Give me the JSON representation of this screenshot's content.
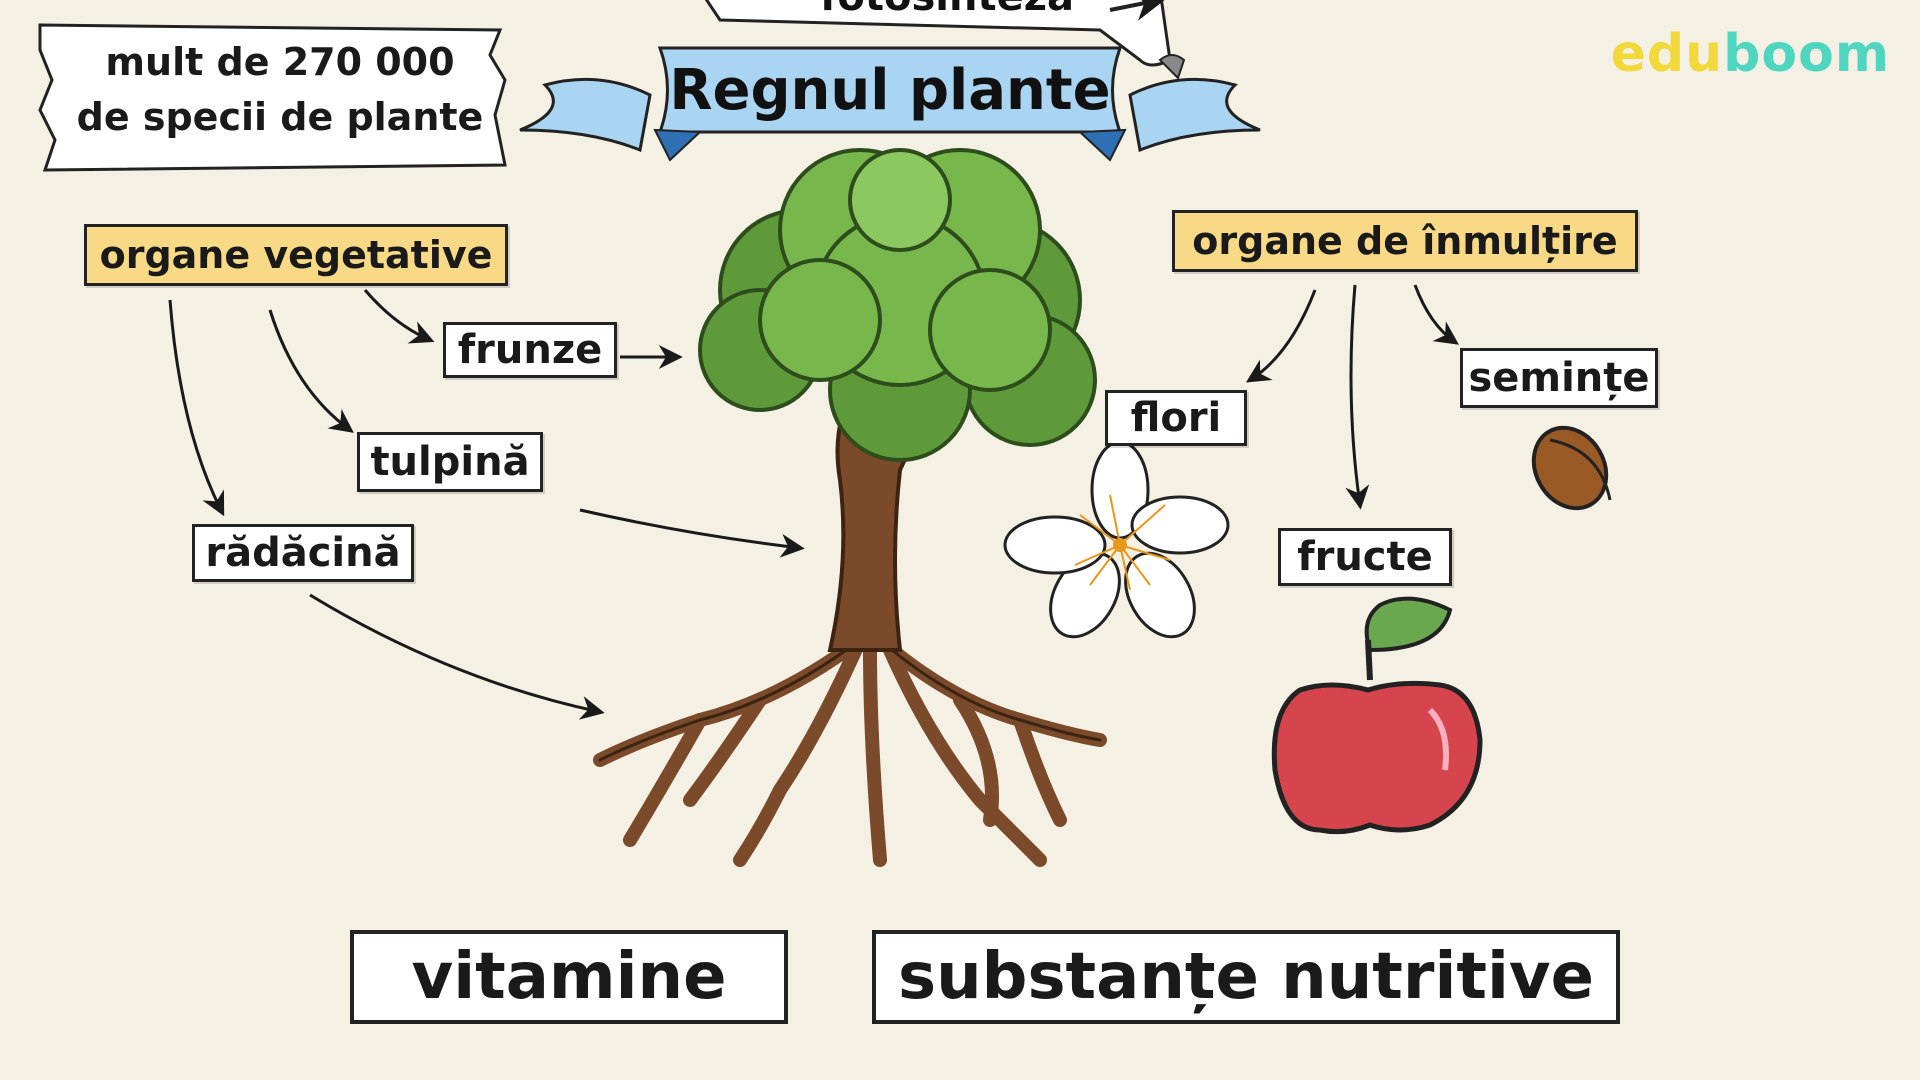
{
  "logo": {
    "part1": "edu",
    "part2": "boom"
  },
  "banner": {
    "title": "Regnul plante",
    "top_partial": "fotosinteză"
  },
  "species_note": {
    "line1": "mult de 270 000",
    "line2": "de specii de plante"
  },
  "groups": {
    "vegetative": "organe vegetative",
    "reproductive": "organe de înmulțire"
  },
  "organs": {
    "leaves": "frunze",
    "stem": "tulpină",
    "root": "rădăcină",
    "flowers": "flori",
    "seeds": "semințe",
    "fruits": "fructe"
  },
  "bottom": {
    "vitamins": "vitamine",
    "nutrients": "substanțe nutritive"
  },
  "colors": {
    "background": "#f5f0e4",
    "label_yellow": "#f8d985",
    "banner_blue": "#a9d4f2",
    "leaf_green": "#6fae44",
    "trunk_brown": "#7a4a2a",
    "apple_red": "#d6454e",
    "logo_yellow": "#f2d93a",
    "logo_teal": "#4fd6c1"
  }
}
